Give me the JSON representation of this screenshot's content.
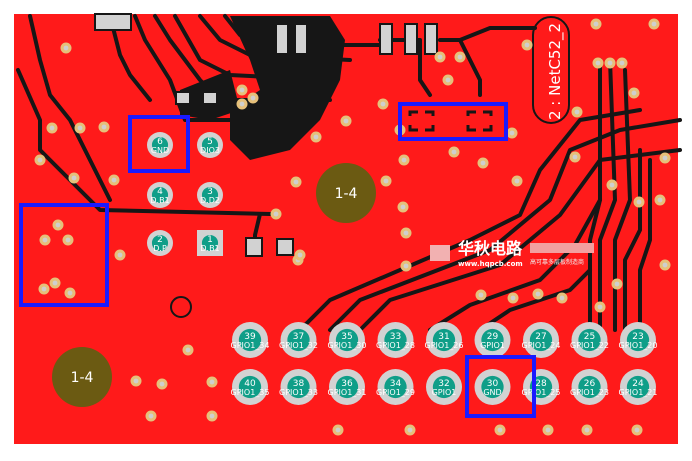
{
  "colors": {
    "board": "#ff1a1a",
    "trace": "#161616",
    "pad": "#d2d2d2",
    "pad_inner": "#0f9e88",
    "via": "#e6c07a",
    "via_hole": "#cfcfcf",
    "highlight": "#1a1aff",
    "mounting_hole": "#6b5a12"
  },
  "mounting_holes": [
    {
      "label": "1-4"
    },
    {
      "label": "1-4"
    }
  ],
  "net_label": "2 : NetC52_2",
  "watermark": {
    "title": "华秋电路",
    "url": "www.hqpcb.com",
    "subtitle": "高可靠多层板制造商"
  },
  "small_connector": {
    "pads": [
      {
        "number": "6",
        "net": "GND"
      },
      {
        "number": "5",
        "net": "DIO3"
      },
      {
        "number": "4",
        "net": "D.B1"
      },
      {
        "number": "3",
        "net": "D.D2"
      },
      {
        "number": "2",
        "net": "D.P"
      },
      {
        "number": "1",
        "net": "D.B1"
      }
    ]
  },
  "header": {
    "top_row": [
      {
        "number": "39",
        "net": "GPIO1_34"
      },
      {
        "number": "37",
        "net": "GPIO1_32"
      },
      {
        "number": "35",
        "net": "GPIO1_30"
      },
      {
        "number": "33",
        "net": "GPIO1_28"
      },
      {
        "number": "31",
        "net": "GPIO1_26"
      },
      {
        "number": "29",
        "net": "GPIO1"
      },
      {
        "number": "27",
        "net": "GPIO1_24"
      },
      {
        "number": "25",
        "net": "GPIO1_22"
      },
      {
        "number": "23",
        "net": "GPIO1_20"
      }
    ],
    "bottom_row": [
      {
        "number": "40",
        "net": "GPIO1_35"
      },
      {
        "number": "38",
        "net": "GPIO1_33"
      },
      {
        "number": "36",
        "net": "GPIO1_31"
      },
      {
        "number": "34",
        "net": "GPIO1_29"
      },
      {
        "number": "32",
        "net": "GPIO1"
      },
      {
        "number": "30",
        "net": "GND"
      },
      {
        "number": "28",
        "net": "GPIO1_25"
      },
      {
        "number": "26",
        "net": "GPIO1_23"
      },
      {
        "number": "24",
        "net": "GPIO1_21"
      }
    ]
  }
}
